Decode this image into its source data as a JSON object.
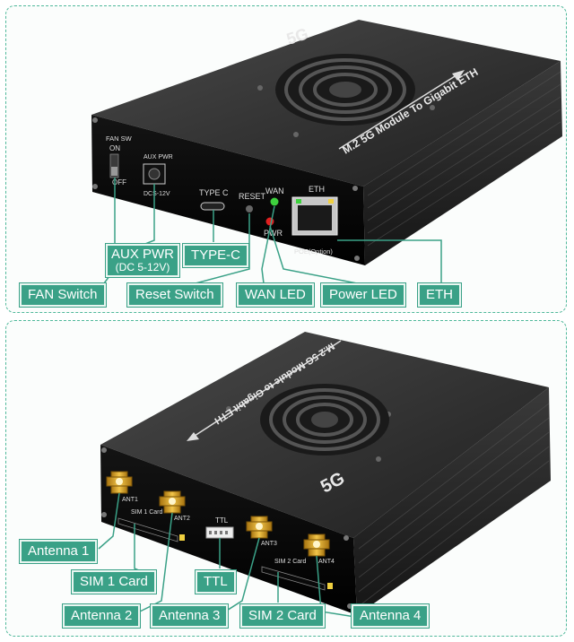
{
  "top": {
    "device_text": {
      "module": "M.2 5G Module To Gigabit ETH",
      "fan_sw": "FAN SW",
      "on": "ON",
      "off": "OFF",
      "aux_pwr": "AUX PWR",
      "dcs": "DCS-12V",
      "type_c": "TYPE  C",
      "reset": "RESET",
      "wan": "WAN",
      "pwr": "PWR",
      "eth": "ETH",
      "poe": "POE(Option)"
    },
    "callouts": {
      "aux_pwr": "AUX PWR",
      "aux_pwr_sub": "(DC 5-12V)",
      "type_c": "TYPE-C",
      "fan_switch": "FAN  Switch",
      "reset_switch": "Reset Switch",
      "wan_led": "WAN LED",
      "power_led": "Power  LED",
      "eth": "ETH"
    }
  },
  "bottom": {
    "device_text": {
      "module": "M.2 5G Module to Gigabit ETH",
      "ant1": "ANT1",
      "ant2": "ANT2",
      "ant3": "ANT3",
      "ant4": "ANT4",
      "sim1": "SIM 1 Card",
      "sim2": "SIM 2 Card",
      "ttl": "TTL"
    },
    "callouts": {
      "antenna1": "Antenna 1",
      "sim1": "SIM 1 Card",
      "ttl": "TTL",
      "antenna2": "Antenna 2",
      "antenna3": "Antenna 3",
      "sim2": "SIM 2 Card",
      "antenna4": "Antenna 4"
    }
  },
  "colors": {
    "accent": "#3aa187",
    "case": "#2b2b2b",
    "wan_led": "#3ed13e",
    "pwr_led": "#e02020",
    "gold": "#c8951e"
  }
}
